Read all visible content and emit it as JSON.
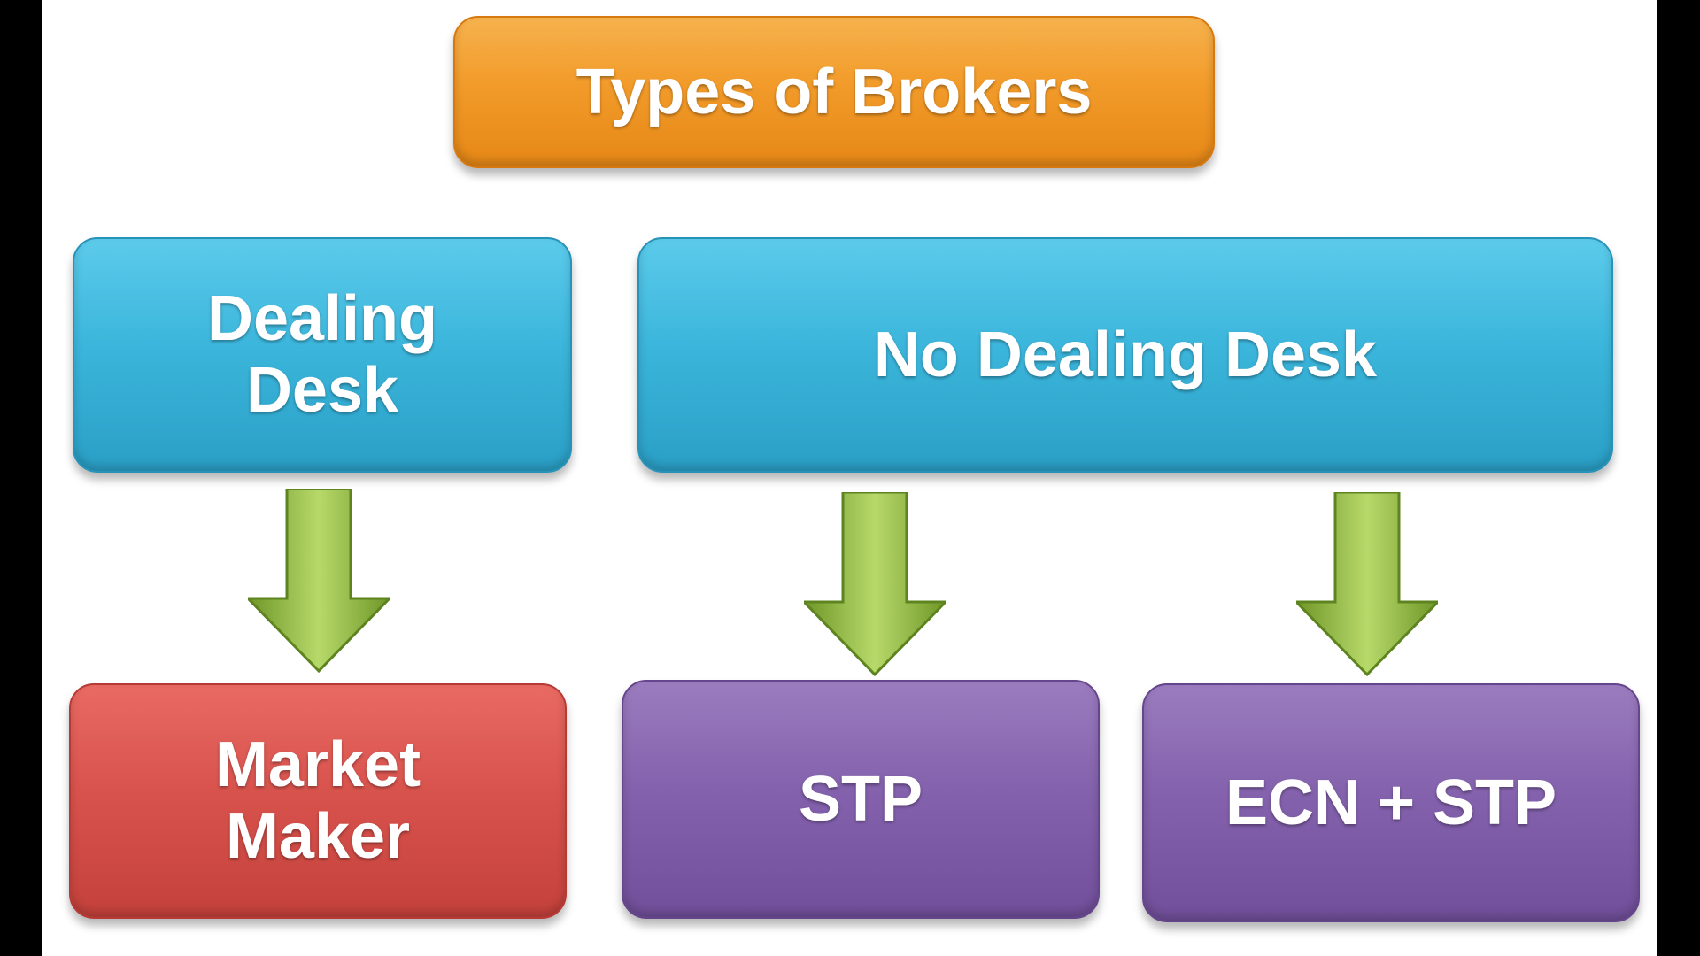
{
  "diagram": {
    "root": {
      "label": "Types of Brokers",
      "color": "#f29b2a"
    },
    "categories": [
      {
        "label": "Dealing Desk",
        "color": "#3cb6dc"
      },
      {
        "label": "No Dealing Desk",
        "color": "#3cb6dc"
      }
    ],
    "leaves": [
      {
        "label": "Market Maker",
        "parent": "Dealing Desk",
        "color": "#d9534d"
      },
      {
        "label": "STP",
        "parent": "No Dealing Desk",
        "color": "#8462ad"
      },
      {
        "label": "ECN + STP",
        "parent": "No Dealing Desk",
        "color": "#8462ad"
      }
    ],
    "arrow_color": "#8fb83a"
  }
}
